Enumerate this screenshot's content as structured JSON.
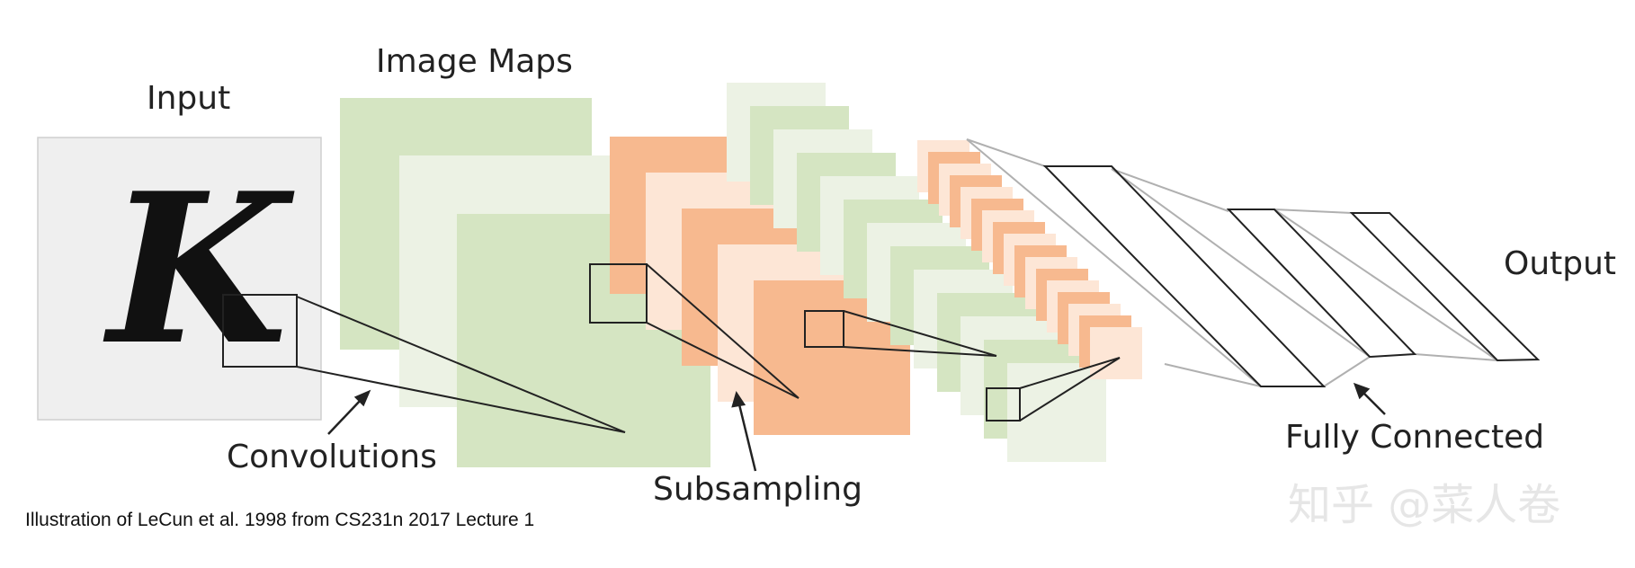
{
  "labels": {
    "input": "Input",
    "image_maps": "Image Maps",
    "output": "Output",
    "convolutions": "Convolutions",
    "subsampling": "Subsampling",
    "fully_connected": "Fully Connected"
  },
  "input_glyph": "K",
  "caption": "Illustration of LeCun et al. 1998 from CS231n 2017 Lecture 1",
  "watermark": "知乎 @菜人卷",
  "colors": {
    "input_bg": "#efefef",
    "green": "#d5e5c2",
    "green_light": "#ecf2e4",
    "orange": "#f7b98f",
    "orange_light": "#fde6d6",
    "line": "#222222",
    "fc_link": "#b0b0b0"
  }
}
